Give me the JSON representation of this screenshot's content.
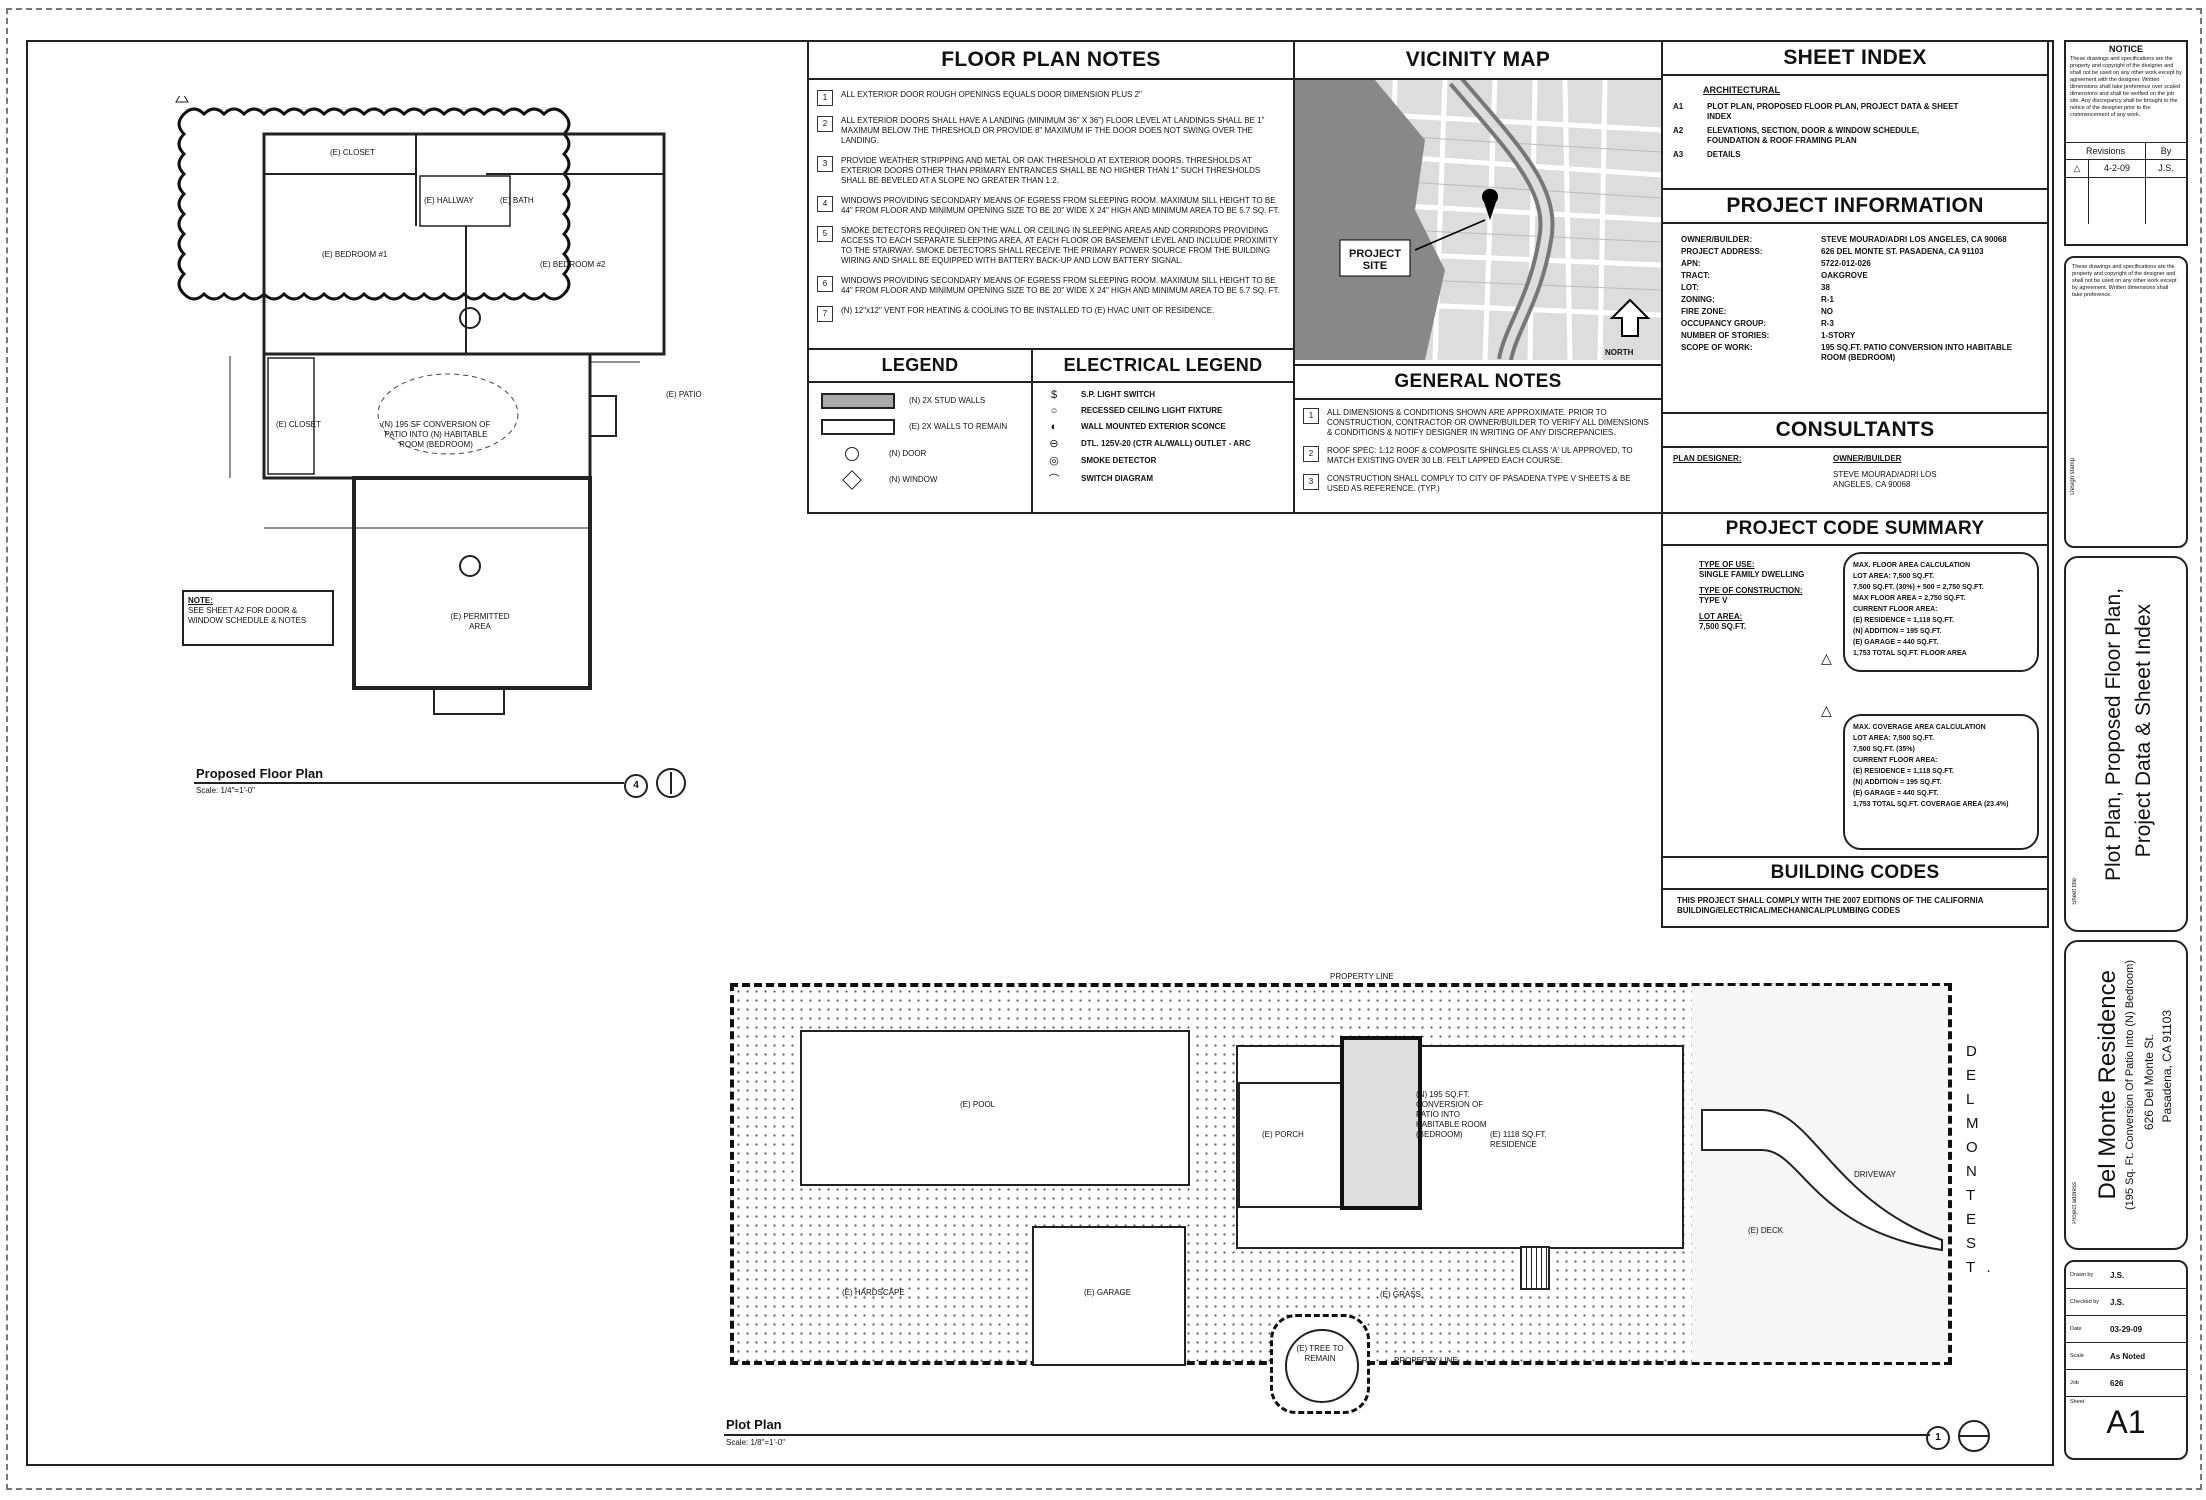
{
  "title_block": {
    "notice_title": "NOTICE",
    "notice_text": "These drawings and specifications are the property and copyright of the designer and shall not be used on any other work except by agreement with the designer. Written dimensions shall take preference over scaled dimensions and shall be verified on the job site. Any discrepancy shall be brought to the notice of the designer prior to the commencement of any work.",
    "revision_col": "Revisions",
    "by_col": "By",
    "rev_date": "4-2-09",
    "rev_by": "J.S.",
    "disclaimer": "These drawings and specifications are the property and copyright of the designer and shall not be used on any other work except by agreement. Written dimensions shall take preference.",
    "stamp_label": "Design stamp",
    "sheet_title_label": "Sheet title",
    "sheet_title_line1": "Plot Plan, Proposed Floor Plan,",
    "sheet_title_line2": "Project Data & Sheet Index",
    "project_label": "Project address",
    "project_name": "Del Monte Residence",
    "project_sub": "(195 Sq. Ft. Conversion Of Patio Into (N) Bedroom)",
    "project_addr1": "626 Del Monte St.",
    "project_addr2": "Pasadena, CA 91103",
    "drawn_label": "Drawn by",
    "drawn_val": "J.S.",
    "checked_label": "Checked by",
    "checked_val": "J.S.",
    "date_label": "Date",
    "date_val": "03-29-09",
    "scale_label": "Scale",
    "scale_val": "As Noted",
    "job_label": "Job",
    "job_val": "626",
    "sheet_label": "Sheet",
    "sheet_no": "A1"
  },
  "floor_notes": {
    "title": "FLOOR PLAN NOTES",
    "items": [
      "ALL EXTERIOR DOOR ROUGH OPENINGS EQUALS DOOR DIMENSION PLUS 2\"",
      "ALL EXTERIOR DOORS SHALL HAVE A LANDING (MINIMUM 36\" X 36\") FLOOR LEVEL AT LANDINGS SHALL BE 1\" MAXIMUM BELOW THE THRESHOLD OR PROVIDE 8\" MAXIMUM IF THE DOOR DOES NOT SWING OVER THE LANDING.",
      "PROVIDE WEATHER STRIPPING AND METAL OR OAK THRESHOLD AT EXTERIOR DOORS. THRESHOLDS AT EXTERIOR DOORS OTHER THAN PRIMARY ENTRANCES SHALL BE NO HIGHER THAN 1\" SUCH THRESHOLDS SHALL BE BEVELED AT A SLOPE NO GREATER THAN 1:2.",
      "WINDOWS PROVIDING SECONDARY MEANS OF EGRESS FROM SLEEPING ROOM. MAXIMUM SILL HEIGHT TO BE 44\" FROM FLOOR AND MINIMUM OPENING SIZE TO BE 20\" WIDE X 24\" HIGH AND MINIMUM AREA TO BE 5.7 SQ. FT.",
      "SMOKE DETECTORS REQUIRED ON THE WALL OR CEILING IN SLEEPING AREAS AND CORRIDORS PROVIDING ACCESS TO EACH SEPARATE SLEEPING AREA, AT EACH FLOOR OR BASEMENT LEVEL AND INCLUDE PROXIMITY TO THE STAIRWAY. SMOKE DETECTORS SHALL RECEIVE THE PRIMARY POWER SOURCE FROM THE BUILDING WIRING AND SHALL BE EQUIPPED WITH BATTERY BACK-UP AND LOW BATTERY SIGNAL.",
      "WINDOWS PROVIDING SECONDARY MEANS OF EGRESS FROM SLEEPING ROOM. MAXIMUM SILL HEIGHT TO BE 44\" FROM FLOOR AND MINIMUM OPENING SIZE TO BE 20\" WIDE X 24\" HIGH AND MINIMUM AREA TO BE 5.7 SQ. FT.",
      "(N) 12\"x12\" VENT FOR HEATING & COOLING TO BE INSTALLED TO (E) HVAC UNIT OF RESIDENCE."
    ]
  },
  "vicinity": {
    "title": "VICINITY MAP",
    "site_label": "PROJECT SITE",
    "north": "NORTH"
  },
  "sheet_index": {
    "title": "SHEET INDEX",
    "section": "ARCHITECTURAL",
    "items": [
      {
        "no": "A1",
        "desc": "PLOT PLAN, PROPOSED FLOOR PLAN, PROJECT DATA & SHEET INDEX"
      },
      {
        "no": "A2",
        "desc": "ELEVATIONS, SECTION, DOOR & WINDOW SCHEDULE, FOUNDATION & ROOF FRAMING PLAN"
      },
      {
        "no": "A3",
        "desc": "DETAILS"
      }
    ]
  },
  "project_info": {
    "title": "PROJECT INFORMATION",
    "rows": [
      {
        "k": "OWNER/BUILDER:",
        "v": "STEVE MOURAD/ADRI LOS ANGELES, CA 90068"
      },
      {
        "k": "PROJECT ADDRESS:",
        "v": "626 DEL MONTE ST. PASADENA, CA 91103"
      },
      {
        "k": "APN:",
        "v": "5722-012-026"
      },
      {
        "k": "TRACT:",
        "v": "OAKGROVE"
      },
      {
        "k": "LOT:",
        "v": "38"
      },
      {
        "k": "ZONING:",
        "v": "R-1"
      },
      {
        "k": "FIRE ZONE:",
        "v": "NO"
      },
      {
        "k": "OCCUPANCY GROUP:",
        "v": "R-3"
      },
      {
        "k": "NUMBER OF STORIES:",
        "v": "1-STORY"
      },
      {
        "k": "SCOPE OF WORK:",
        "v": "195 SQ.FT. PATIO CONVERSION INTO HABITABLE ROOM (BEDROOM)"
      }
    ]
  },
  "consultants": {
    "title": "CONSULTANTS",
    "k": "PLAN DESIGNER:",
    "v1": "OWNER/BUILDER",
    "v2": "STEVE MOURAD/ADRI LOS ANGELES, CA 90068"
  },
  "code_summary": {
    "title": "PROJECT CODE SUMMARY",
    "left": [
      "TYPE OF USE:",
      "SINGLE FAMILY DWELLING",
      "TYPE OF CONSTRUCTION:",
      "TYPE V",
      "LOT AREA:",
      "7,500 SQ.FT."
    ],
    "box1": [
      "MAX. FLOOR AREA CALCULATION",
      "LOT AREA: 7,500 SQ.FT.",
      "7,500 SQ.FT. (30%) + 500 = 2,750 SQ.FT.",
      "MAX FLOOR AREA = 2,750 SQ.FT.",
      "CURRENT FLOOR AREA:",
      "(E) RESIDENCE = 1,118 SQ.FT.",
      "(N) ADDITION = 195 SQ.FT.",
      "(E) GARAGE = 440 SQ.FT.",
      "1,753 TOTAL SQ.FT. FLOOR AREA"
    ],
    "box2": [
      "MAX. COVERAGE AREA CALCULATION",
      "LOT AREA: 7,500 SQ.FT.",
      "7,500 SQ.FT. (35%)",
      "CURRENT FLOOR AREA:",
      "(E) RESIDENCE = 1,118 SQ.FT.",
      "(N) ADDITION = 195 SQ.FT.",
      "(E) GARAGE = 440 SQ.FT.",
      "1,753 TOTAL SQ.FT. COVERAGE AREA (23.4%)"
    ]
  },
  "building_codes": {
    "title": "BUILDING CODES",
    "text": "THIS PROJECT SHALL COMPLY WITH THE 2007 EDITIONS OF THE CALIFORNIA BUILDING/ELECTRICAL/MECHANICAL/PLUMBING CODES"
  },
  "legend": {
    "title": "LEGEND",
    "items": [
      "(N) 2X STUD WALLS",
      "(E) 2X WALLS TO REMAIN",
      "(N) DOOR",
      "(N) WINDOW"
    ]
  },
  "elec_legend": {
    "title": "ELECTRICAL LEGEND",
    "items": [
      "S.P. LIGHT SWITCH",
      "RECESSED CEILING LIGHT FIXTURE",
      "WALL MOUNTED EXTERIOR SCONCE",
      "DTL. 125V-20 (CTR AL/WALL) OUTLET - ARC",
      "SMOKE DETECTOR",
      "SWITCH DIAGRAM"
    ]
  },
  "general_notes": {
    "title": "GENERAL NOTES",
    "items": [
      "ALL DIMENSIONS & CONDITIONS SHOWN ARE APPROXIMATE. PRIOR TO CONSTRUCTION, CONTRACTOR OR OWNER/BUILDER TO VERIFY ALL DIMENSIONS & CONDITIONS & NOTIFY DESIGNER IN WRITING OF ANY DISCREPANCIES.",
      "ROOF SPEC: 1:12 ROOF & COMPOSITE SHINGLES CLASS 'A' UL APPROVED, TO MATCH EXISTING OVER 30 LB. FELT LAPPED EACH COURSE.",
      "CONSTRUCTION SHALL COMPLY TO CITY OF PASADENA TYPE V SHEETS & BE USED AS REFERENCE. (TYP.)"
    ]
  },
  "floor_plan": {
    "title": "Proposed Floor Plan",
    "scale": "Scale: 1/4\"=1'-0\"",
    "detail_no": "4",
    "note_title": "NOTE:",
    "note_text": "SEE SHEET A2 FOR DOOR & WINDOW SCHEDULE & NOTES",
    "rooms": [
      "(E) CLOSET",
      "(E) BEDROOM #1",
      "(E) BEDROOM #2",
      "(E) HALLWAY",
      "(N) 195 SF CONVERSION OF PATIO INTO (N) HABITABLE ROOM (BEDROOM)",
      "(E) CLOSET",
      "(E) BATH",
      "(E) PATIO",
      "(E) PERMITTED AREA"
    ]
  },
  "plot_plan": {
    "title": "Plot Plan",
    "scale": "Scale: 1/8\"=1'-0\"",
    "detail_no": "1",
    "street": "DEL MONTE ST.",
    "labels": [
      "(E) POOL",
      "(E) GARAGE",
      "(E) 1118 SQ.FT. RESIDENCE",
      "(E) PORCH",
      "DRIVEWAY",
      "(E) HARDSCAPE",
      "(E) GRASS",
      "(N) 195 SQ.FT. CONVERSION OF PATIO INTO HABITABLE ROOM (BEDROOM)",
      "(E) DECK",
      "PROPERTY LINE",
      "PROPERTY LINE",
      "(E) TREE TO REMAIN"
    ]
  }
}
